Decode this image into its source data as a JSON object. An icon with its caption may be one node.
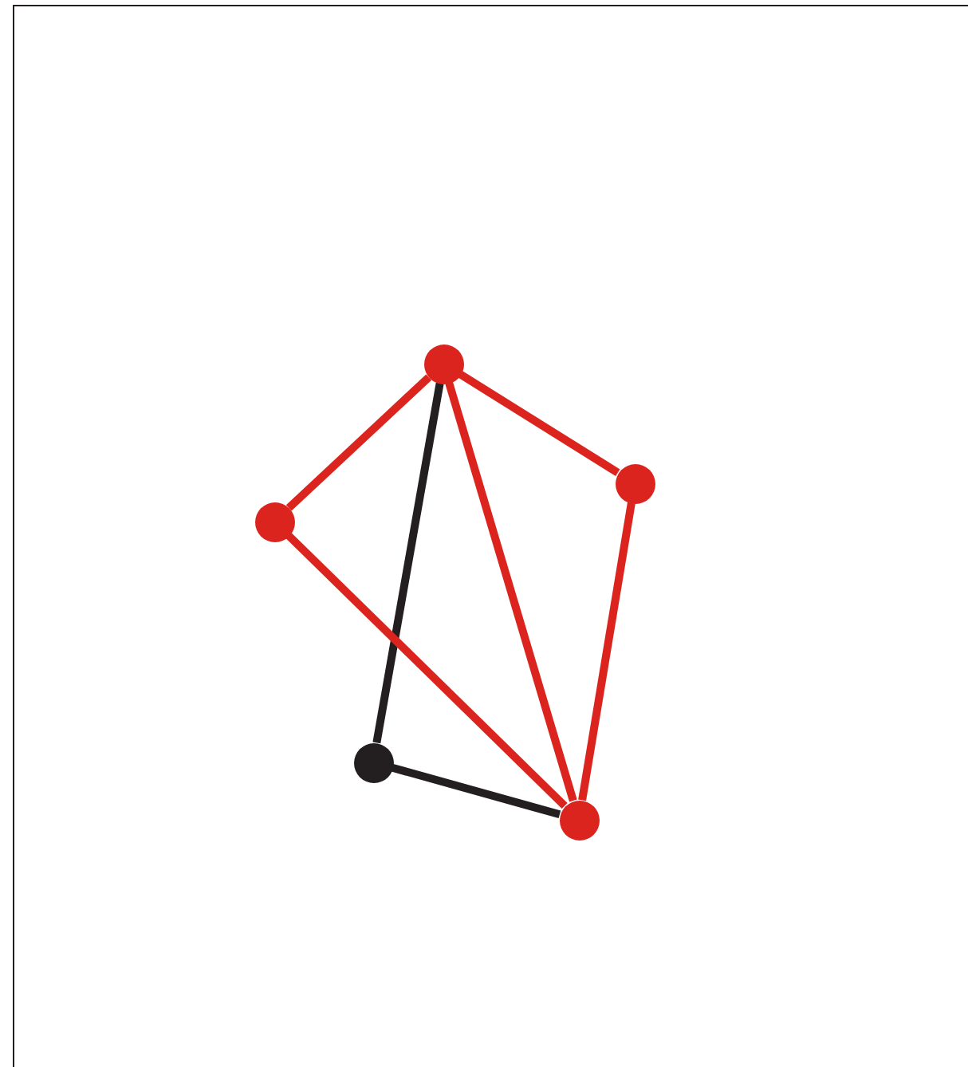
{
  "diagram": {
    "nodes": [
      {
        "text": [],
        "shape": "circle"
      },
      {
        "text": [],
        "shape": "circle"
      },
      {
        "text": [],
        "shape": "circle"
      },
      {
        "text": [],
        "shape": "circle"
      },
      {
        "text": [],
        "shape": "circle"
      }
    ],
    "edges": [
      {
        "from": 0,
        "to": 1,
        "arrow": "none"
      },
      {
        "from": 0,
        "to": 2,
        "arrow": "none"
      },
      {
        "from": 0,
        "to": 3,
        "arrow": "none",
        "color": "#231f20"
      },
      {
        "from": 0,
        "to": 4,
        "arrow": "none"
      },
      {
        "from": 1,
        "to": 4,
        "arrow": "none"
      },
      {
        "from": 2,
        "to": 4,
        "arrow": "none"
      },
      {
        "from": 3,
        "to": 4,
        "arrow": "none",
        "color": "#231f20"
      }
    ]
  }
}
